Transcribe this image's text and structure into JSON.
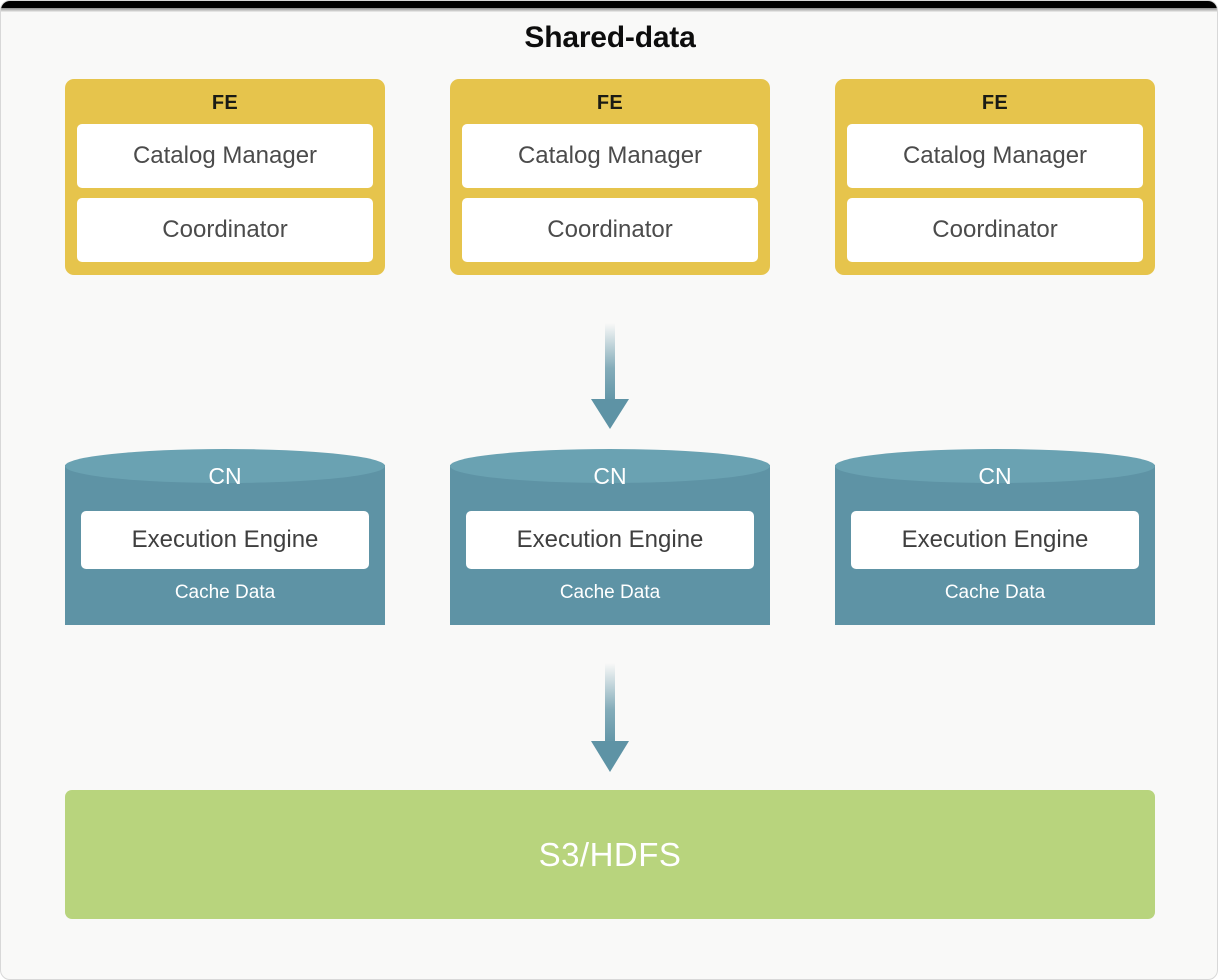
{
  "diagram": {
    "title": "Shared-data",
    "background_color": "#f9f9f8",
    "layers": {
      "frontend": {
        "node_label": "FE",
        "node_color": "#e6c44c",
        "components": [
          "Catalog Manager",
          "Coordinator"
        ],
        "nodes": [
          {
            "title": "FE",
            "components": [
              "Catalog Manager",
              "Coordinator"
            ]
          },
          {
            "title": "FE",
            "components": [
              "Catalog Manager",
              "Coordinator"
            ]
          },
          {
            "title": "FE",
            "components": [
              "Catalog Manager",
              "Coordinator"
            ]
          }
        ]
      },
      "compute": {
        "node_label": "CN",
        "node_color": "#5e93a5",
        "node_cap_color": "#6aa2b2",
        "nodes": [
          {
            "title": "CN",
            "engine": "Execution Engine",
            "cache": "Cache Data"
          },
          {
            "title": "CN",
            "engine": "Execution Engine",
            "cache": "Cache Data"
          },
          {
            "title": "CN",
            "engine": "Execution Engine",
            "cache": "Cache Data"
          }
        ]
      },
      "storage": {
        "label": "S3/HDFS",
        "color": "#b8d47d"
      }
    },
    "connectors": [
      {
        "name": "fe-to-cn",
        "direction": "down",
        "color": "#5e93a5"
      },
      {
        "name": "cn-to-storage",
        "direction": "down",
        "color": "#5e93a5"
      }
    ]
  }
}
